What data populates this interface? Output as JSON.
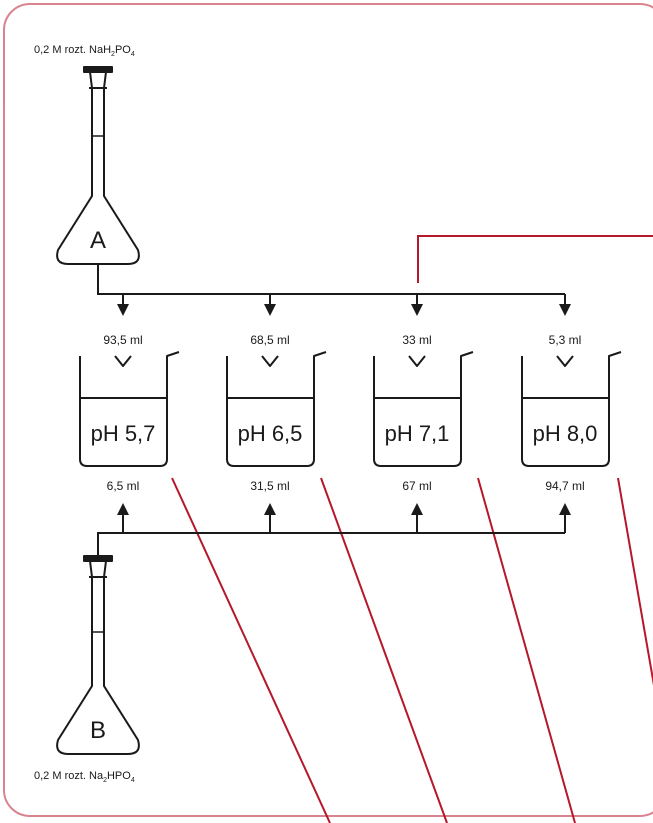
{
  "reagent_a": {
    "flask_letter": "A",
    "label_prefix": "0,2 M rozt. NaH",
    "label_sub1": "2",
    "label_mid": "PO",
    "label_sub2": "4"
  },
  "reagent_b": {
    "flask_letter": "B",
    "label_prefix": "0,2 M rozt. Na",
    "label_sub1": "2",
    "label_mid": "HPO",
    "label_sub2": "4"
  },
  "beakers": [
    {
      "ph_label": "pH 5,7",
      "volume_a": "93,5 ml",
      "volume_b": "6,5 ml"
    },
    {
      "ph_label": "pH 6,5",
      "volume_a": "68,5 ml",
      "volume_b": "31,5 ml"
    },
    {
      "ph_label": "pH 7,1",
      "volume_a": "33 ml",
      "volume_b": "67 ml"
    },
    {
      "ph_label": "pH 8,0",
      "volume_a": "5,3 ml",
      "volume_b": "94,7 ml"
    }
  ],
  "colors": {
    "ink": "#1a1a1a",
    "frame": "#d9838f",
    "leader": "#b5172b"
  }
}
